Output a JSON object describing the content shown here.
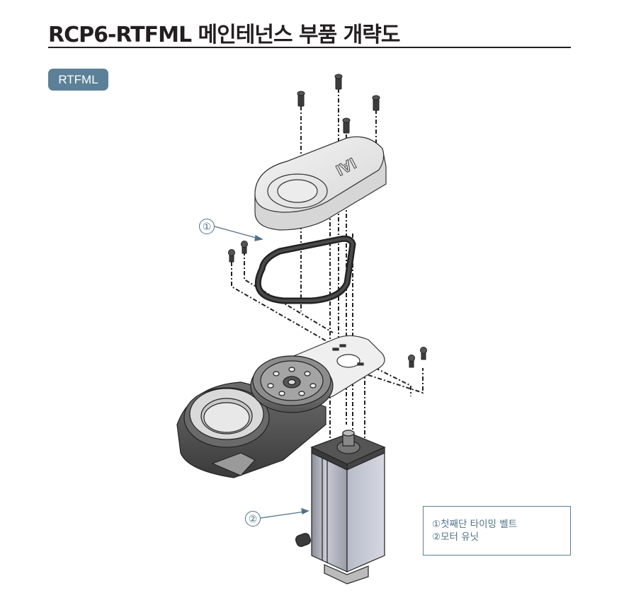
{
  "header": {
    "title": "RCP6-RTFML 메인테넌스 부품 개략도"
  },
  "model_badge": {
    "label": "RTFML"
  },
  "diagram": {
    "description": "Exploded view of RCP6-RTFML rotary actuator: top cover, timing belt, pulley, base plate, rotary housing and motor unit",
    "cover_logo": "IAI",
    "callouts": [
      {
        "number": "①",
        "part": "첫째단 타이밍 벨트"
      },
      {
        "number": "②",
        "part": "모터 유닛"
      }
    ]
  },
  "legend": {
    "items": [
      "①첫째단 타이밍 벨트",
      "②모터 유닛"
    ]
  },
  "colors": {
    "title_text": "#231f20",
    "badge_bg": "#5b8097",
    "callout": "#4f7287",
    "legend_border": "#5b8097"
  }
}
